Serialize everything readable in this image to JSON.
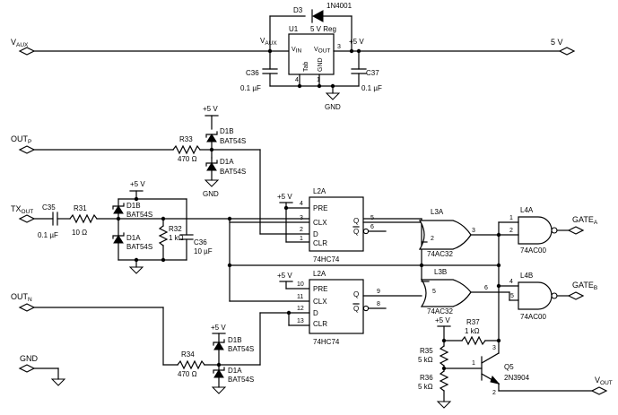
{
  "nets": {
    "vaux": {
      "main": "V",
      "sub": "AUX"
    },
    "vaux_pin": {
      "main": "V",
      "sub": "AUX"
    },
    "five_v_out": "5 V",
    "plus5v_reg": "+5 V",
    "plus5v_d1b_top": "+5 V",
    "plus5v_tx": "+5 V",
    "plus5v_l2a_top": "+5 V",
    "plus5v_l2a_bot": "+5 V",
    "plus5v_d1b_bot": "+5 V",
    "plus5v_q5": "+5 V",
    "gnd_reg": "GND",
    "gnd_d1a": "GND",
    "gnd_left": "GND",
    "outp": {
      "main": "OUT",
      "sub": "P"
    },
    "outn": {
      "main": "OUT",
      "sub": "N"
    },
    "txout": {
      "main": "TX",
      "sub": "OUT"
    },
    "gatea": {
      "main": "GATE",
      "sub": "A"
    },
    "gateb": {
      "main": "GATE",
      "sub": "B"
    },
    "vout": {
      "main": "V",
      "sub": "OUT"
    }
  },
  "components": {
    "d3": {
      "ref": "D3",
      "part": "1N4001"
    },
    "u1": {
      "ref": "U1",
      "part": "5 V Reg",
      "vin": "V",
      "vin_sub": "IN",
      "vout": "V",
      "vout_sub": "OUT",
      "gnd": "GND",
      "tab": "Tab",
      "pin3": "3",
      "pin4": "4",
      "pin1": "1"
    },
    "c36_top": {
      "ref": "C36",
      "value": "0.1 µF"
    },
    "c37": {
      "ref": "C37",
      "value": "0.1 µF"
    },
    "r33": {
      "ref": "R33",
      "value": "470 Ω"
    },
    "d1b_top": {
      "ref": "D1B",
      "part": "BAT54S"
    },
    "d1a_top": {
      "ref": "D1A",
      "part": "BAT54S"
    },
    "c35": {
      "ref": "C35",
      "value": "0.1 µF"
    },
    "r31": {
      "ref": "R31",
      "value": "10 Ω"
    },
    "d1b_tx": {
      "ref": "D1B",
      "part": "BAT54S"
    },
    "d1a_tx": {
      "ref": "D1A",
      "part": "BAT54S"
    },
    "r32": {
      "ref": "R32",
      "value": "1 kΩ"
    },
    "c36_mid": {
      "ref": "C36",
      "value": "10 µF"
    },
    "l2a_top": {
      "ref": "L2A",
      "part": "74HC74",
      "pre": "PRE",
      "clx": "CLX",
      "d": "D",
      "clr": "CLR",
      "q": "Q",
      "qbar": "Q",
      "pins": [
        "4",
        "3",
        "2",
        "1"
      ],
      "pin_q": "5",
      "pin_qbar": "6"
    },
    "l2a_bot": {
      "ref": "L2A",
      "part": "74HC74",
      "pre": "PRE",
      "clx": "CLX",
      "d": "D",
      "clr": "CLR",
      "q": "Q",
      "qbar": "Q",
      "pins": [
        "10",
        "11",
        "12",
        "13"
      ],
      "pin_q": "9",
      "pin_qbar": "8"
    },
    "l3a": {
      "ref": "L3A",
      "part": "74AC32",
      "pin_in": "2",
      "pin_out": "3"
    },
    "l3b": {
      "ref": "L3B",
      "part": "74AC32",
      "pin_in": "5",
      "pin_out": "6"
    },
    "l4a": {
      "ref": "L4A",
      "part": "74AC00",
      "pin_in1": "1",
      "pin_in2": "2"
    },
    "l4b": {
      "ref": "L4B",
      "part": "74AC00",
      "pin_in1": "4",
      "pin_in2": "5"
    },
    "r34": {
      "ref": "R34",
      "value": "470 Ω"
    },
    "d1b_bot": {
      "ref": "D1B",
      "part": "BAT54S"
    },
    "d1a_bot": {
      "ref": "D1A",
      "part": "BAT54S"
    },
    "r37": {
      "ref": "R37",
      "value": "1 kΩ"
    },
    "r35": {
      "ref": "R35",
      "value": "5 kΩ"
    },
    "r36": {
      "ref": "R36",
      "value": "5 kΩ"
    },
    "q5": {
      "ref": "Q5",
      "part": "2N3904",
      "pin1": "1",
      "pin2": "2",
      "pin3": "3"
    }
  }
}
